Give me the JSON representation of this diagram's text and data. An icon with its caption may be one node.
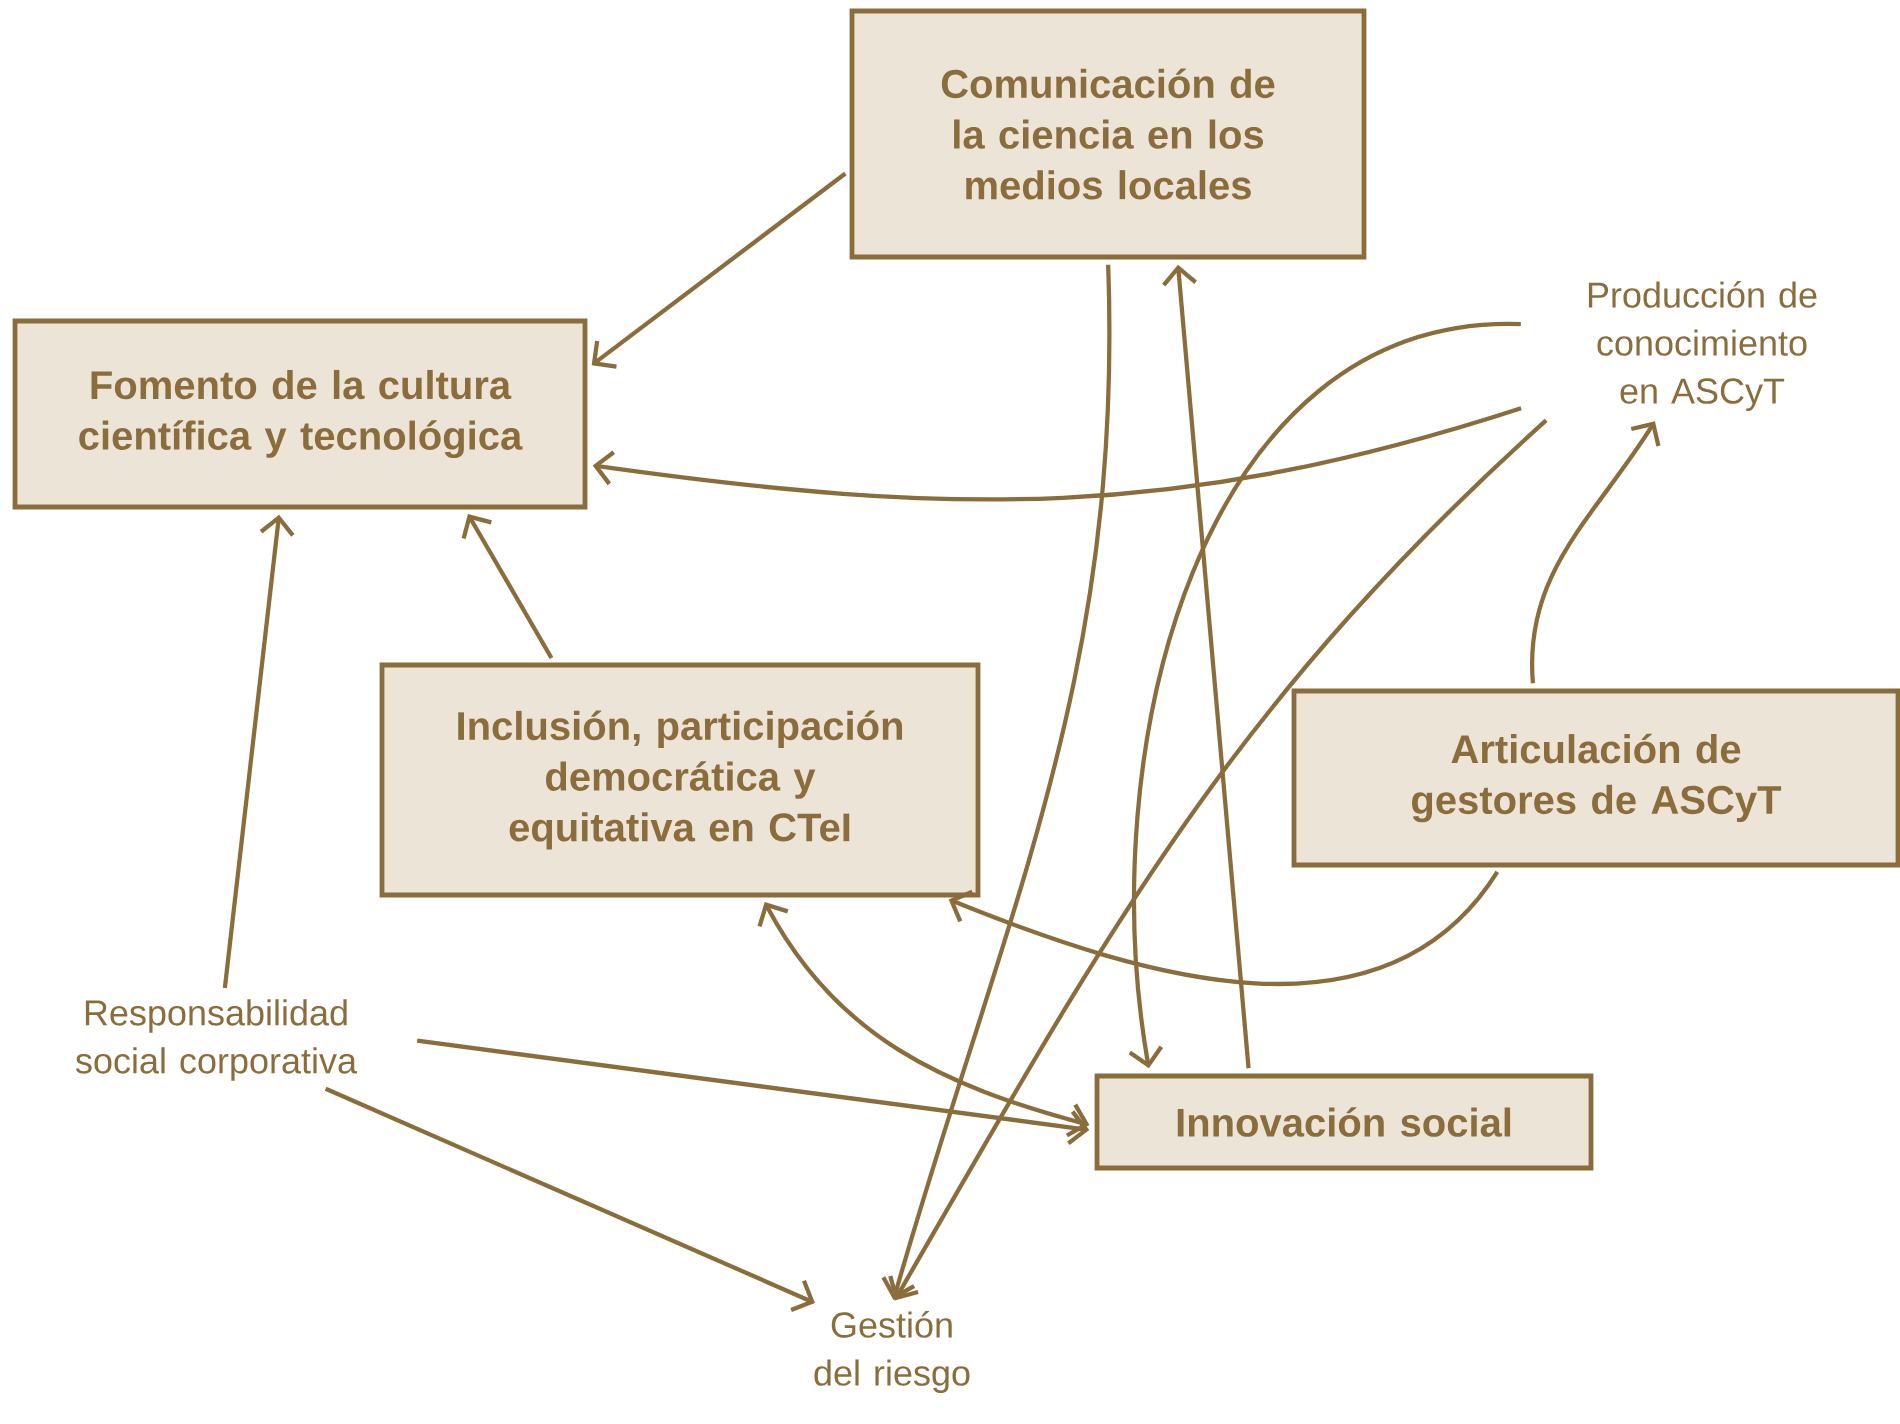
{
  "diagram": {
    "nodes": [
      {
        "text": [
          "Comunicación de la ciencia en los medios locales"
        ]
      },
      {
        "text": [
          "Fomento de la cultura científica y tecnológica"
        ]
      },
      {
        "text": [
          "Producción de conocimiento en ASCyT"
        ]
      },
      {
        "text": [
          "Inclusión, participación democrática y equitativa en CTeI"
        ]
      },
      {
        "text": [
          "Articulación de gestores de ASCyT"
        ]
      },
      {
        "text": [
          "Responsabilidad social corporativa"
        ]
      },
      {
        "text": [
          "Innovación social"
        ]
      },
      {
        "text": [
          "Gestión del riesgo"
        ]
      }
    ],
    "edges": [
      {
        "from": 0,
        "to": 1,
        "arrow": "to"
      },
      {
        "from": 2,
        "to": 1,
        "arrow": "to"
      },
      {
        "from": 3,
        "to": 1,
        "arrow": "to"
      },
      {
        "from": 5,
        "to": 1,
        "arrow": "to"
      },
      {
        "from": 6,
        "to": 0,
        "arrow": "to"
      },
      {
        "from": 0,
        "to": 7,
        "arrow": "to"
      },
      {
        "from": 2,
        "to": 6,
        "arrow": "to"
      },
      {
        "from": 2,
        "to": 7,
        "arrow": "to"
      },
      {
        "from": 4,
        "to": 2,
        "arrow": "to"
      },
      {
        "from": 4,
        "to": 3,
        "arrow": "to"
      },
      {
        "from": 3,
        "to": 6,
        "arrow": "both"
      },
      {
        "from": 5,
        "to": 6,
        "arrow": "to"
      },
      {
        "from": 5,
        "to": 7,
        "arrow": "to"
      }
    ]
  }
}
